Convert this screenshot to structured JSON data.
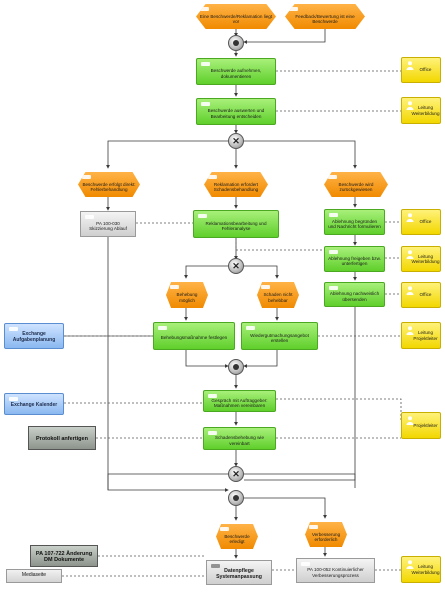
{
  "events": {
    "e_start1": "Eine Beschwerde/Reklamation liegt vor",
    "e_start2": "Feedback/Bewertung ist eine Beschwerde",
    "e_outside": "Beschwerde erfolgt direkt: Fehlerbehandlung",
    "e_resolved": "Reklamation erfordert Schadensbehandlung",
    "e_rejected": "Beschwerde wird zurückgewiesen",
    "e_possible": "Behebung möglich",
    "e_notpossible": "Schaden nicht behebbar",
    "e_closed": "Beschwerde erledigt",
    "e_improve": "Verbesserung erforderlich"
  },
  "functions": {
    "f_record": "Beschwerde aufnehmen, dokumentieren",
    "f_review": "Beschwerde auswerten und Bearbeitung entscheiden",
    "f_analyze": "Reklamationsbearbeitung und Fehleranalyse",
    "f_justify": "Ablehnung begründen und Nachricht formulieren",
    "f_check": "Ablehnung freigeben bzw. unterfertigen",
    "f_send": "Ablehnung nachweislich übersenden",
    "f_fix": "Behebungsmaßnahme festlegen",
    "f_offer": "Wiedergutmachungsangebot erstellen",
    "f_talk": "Gespräch mit Auftraggeber: Maßnahmen vereinbaren",
    "f_settle": "Schadensbehebung wie vereinbart",
    "f_data": "Datenpflege Systemanpassung"
  },
  "roles": {
    "r_office1": "Office",
    "r_lead1": "Leitung Weiterbildung",
    "r_office2": "Office",
    "r_lead2": "Leitung Weiterbildung",
    "r_office3": "Office",
    "r_lead3": "Leitung Projektleiter",
    "r_pl": "Projektleiter",
    "r_lead4": "Leitung Weiterbildung"
  },
  "systems": {
    "s_plan": "Exchange Aufgabenplanung",
    "s_cal": "Exchange Kalender"
  },
  "documents": {
    "d_pa030": "PA 100-030 Skizzierung Ablauf",
    "d_protocol": "Protokoll anfertigen",
    "d_pa137": "PA 107-722 Änderung DM Dokumente",
    "d_media": "Mediaseite",
    "d_pa182": "PA 100-052 Kontinuierlicher Verbesserungsprozess"
  },
  "gateways": {
    "g1": "",
    "g2": "✕",
    "g3": "✕",
    "g4": "",
    "g5": "",
    "g6": "✕",
    "g7": ""
  },
  "colors": {
    "event": "#f08a00",
    "function": "#5fcf2b",
    "role": "#f2d700",
    "system": "#8ab8f0",
    "document": "#cfcfcf",
    "line": "#3a3a3a"
  }
}
